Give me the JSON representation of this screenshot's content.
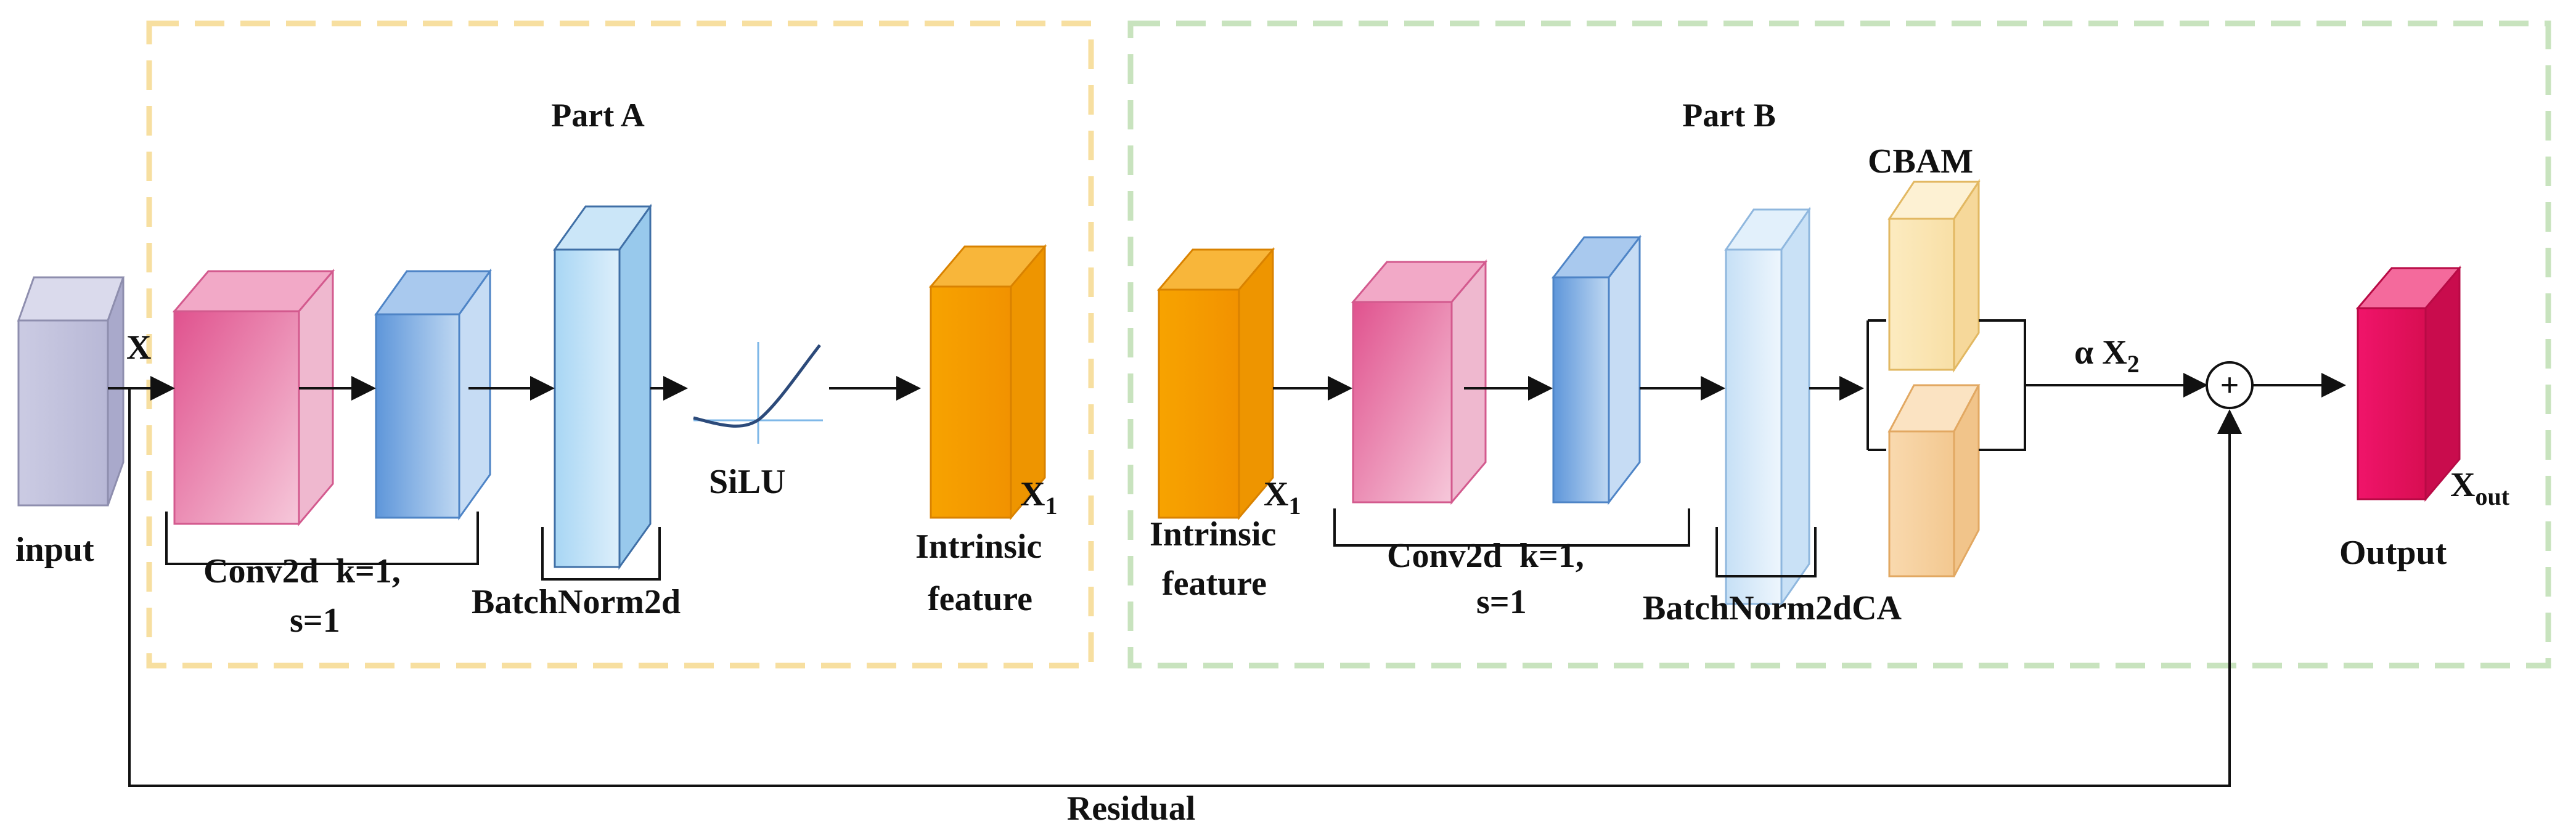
{
  "part_a": {
    "title": "Part A",
    "frame_color": "#F7DFA0"
  },
  "part_b": {
    "title": "Part B",
    "frame_color": "#C8E3BE"
  },
  "labels": {
    "input": "input",
    "x": "X",
    "conv_a": "Conv2d  k=1,",
    "conv_a_s": "s=1",
    "bn_a": "BatchNorm2d",
    "silu": "SiLU",
    "x1_a": "X",
    "x1_a_sub": "1",
    "intrinsic_a_1": "Intrinsic",
    "intrinsic_a_2": "feature",
    "x1_b": "X",
    "x1_b_sub": "1",
    "intrinsic_b_1": "Intrinsic",
    "intrinsic_b_2": "feature",
    "conv_b": "Conv2d  k=1,",
    "conv_b_s": "s=1",
    "bn_b": "BatchNorm2dCA",
    "cbam": "CBAM",
    "alpha_x2": "α X",
    "alpha_x2_sub": "2",
    "plus": "+",
    "xout": "X",
    "xout_sub": "out",
    "output": "Output",
    "residual": "Residual"
  },
  "colors": {
    "input_block": "#C8C8E0",
    "conv_block": "#E87AA6",
    "bn_block": "#7FB0E6",
    "norm_block": "#BFE0F7",
    "feature_block": "#F59D00",
    "cbam_block": "#FAE6B4",
    "ca_block": "#F7D2A0",
    "output_block": "#E8125C"
  }
}
